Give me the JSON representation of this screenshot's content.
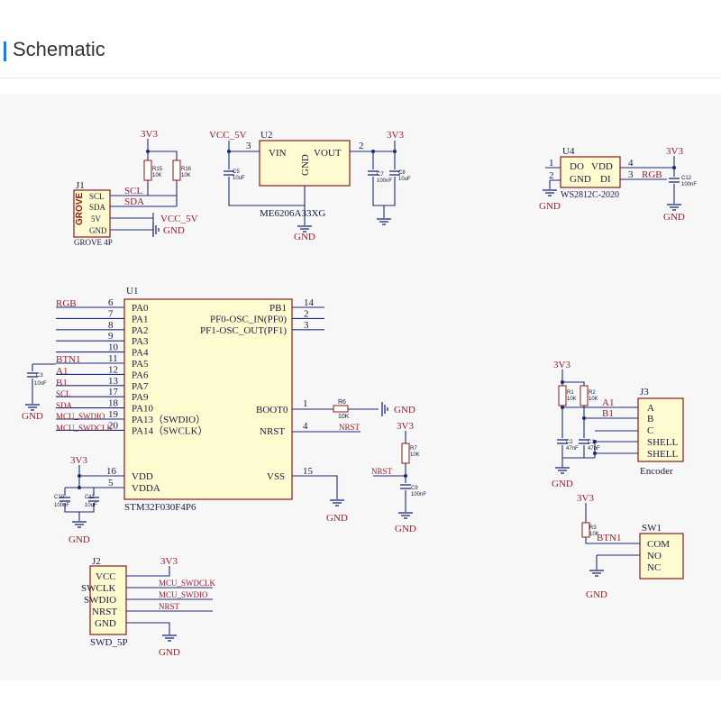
{
  "header": {
    "title": "Schematic"
  },
  "nets": {
    "v33": "3V3",
    "gnd": "GND",
    "vcc5": "VCC_5V",
    "scl": "SCL",
    "sda": "SDA",
    "rgb": "RGB",
    "btn1": "BTN1",
    "a1": "A1",
    "b1": "B1",
    "mcu_swdclk": "MCU_SWDCLK",
    "mcu_swdio": "MCU_SWDIO",
    "nrst": "NRST"
  },
  "j1": {
    "ref": "J1",
    "name": "GROVE 4P",
    "logo": "GROVE",
    "pins": [
      "SCL",
      "SDA",
      "5V",
      "GND"
    ]
  },
  "u2": {
    "ref": "U2",
    "part": "ME6206A33XG",
    "vin": "VIN",
    "vout": "VOUT",
    "gnd": "GND",
    "pin_vin": "3",
    "pin_vout": "2"
  },
  "u4": {
    "ref": "U4",
    "part": "WS2812C-2020",
    "do": "DO",
    "vdd": "VDD",
    "gnd": "GND",
    "di": "DI",
    "pins": [
      "1",
      "2",
      "4",
      "3"
    ]
  },
  "u1": {
    "ref": "U1",
    "part": "STM32F030F4P6",
    "left_pins": [
      {
        "num": "6",
        "name": "PA0"
      },
      {
        "num": "7",
        "name": "PA1"
      },
      {
        "num": "8",
        "name": "PA2"
      },
      {
        "num": "9",
        "name": "PA3"
      },
      {
        "num": "10",
        "name": "PA4"
      },
      {
        "num": "11",
        "name": "PA5"
      },
      {
        "num": "12",
        "name": "PA6"
      },
      {
        "num": "13",
        "name": "PA7"
      },
      {
        "num": "17",
        "name": "PA9"
      },
      {
        "num": "18",
        "name": "PA10"
      },
      {
        "num": "19",
        "name": "PA13（SWDIO）"
      },
      {
        "num": "20",
        "name": "PA14（SWCLK）"
      }
    ],
    "right_pins": [
      {
        "num": "14",
        "name": "PB1"
      },
      {
        "num": "2",
        "name": "PF0-OSC_IN(PF0)"
      },
      {
        "num": "3",
        "name": "PF1-OSC_OUT(PF1)"
      }
    ],
    "boot": {
      "num": "1",
      "name": "BOOT0"
    },
    "nrst": {
      "num": "4",
      "name": "NRST"
    },
    "vss": {
      "num": "15",
      "name": "VSS"
    },
    "vdd": {
      "num": "16",
      "name": "VDD"
    },
    "vdda": {
      "num": "5",
      "name": "VDDA"
    }
  },
  "j2": {
    "ref": "J2",
    "name": "SWD_5P",
    "pins": [
      "VCC",
      "SWCLK",
      "SWDIO",
      "NRST",
      "GND"
    ]
  },
  "j3": {
    "ref": "J3",
    "name": "Encoder",
    "pins": [
      "A",
      "B",
      "C",
      "SHELL",
      "SHELL"
    ]
  },
  "sw1": {
    "ref": "SW1",
    "pins": [
      "COM",
      "NO",
      "NC"
    ]
  },
  "passives": {
    "r15": {
      "ref": "R15",
      "val": "10K"
    },
    "r16": {
      "ref": "R16",
      "val": "10K"
    },
    "c5": {
      "ref": "C5",
      "val": "10uF"
    },
    "c7": {
      "ref": "C7",
      "val": "100nF"
    },
    "c8": {
      "ref": "C8",
      "val": "10uF"
    },
    "c12": {
      "ref": "C12",
      "val": "100nF"
    },
    "c3": {
      "ref": "C3",
      "val": "10nF"
    },
    "r6": {
      "ref": "R6",
      "val": "10K"
    },
    "r7": {
      "ref": "R7",
      "val": "10K"
    },
    "c9": {
      "ref": "C9",
      "val": "100nF"
    },
    "c10": {
      "ref": "C10",
      "val": "100nF"
    },
    "c11": {
      "ref": "C11",
      "val": "10uF"
    },
    "r1": {
      "ref": "R1",
      "val": "10K"
    },
    "r2": {
      "ref": "R2",
      "val": "10K"
    },
    "c2": {
      "ref": "C2",
      "val": "47nF"
    },
    "c1": {
      "ref": "C1",
      "val": "47nF"
    },
    "r3": {
      "ref": "R3",
      "val": "10K"
    }
  }
}
